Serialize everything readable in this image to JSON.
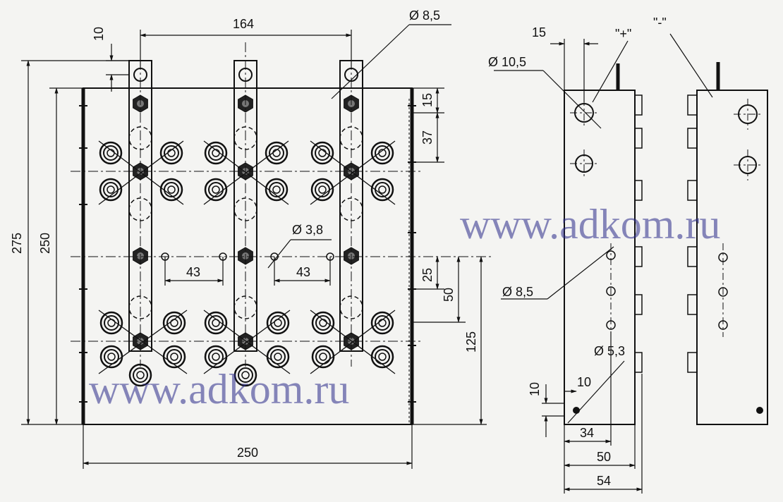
{
  "front_view": {
    "dims": {
      "d_top_width": "164",
      "d_top_offset": "10",
      "d_hole_top": "Ø 8,5",
      "d_total_height": "275",
      "d_plate_height": "250",
      "d_15": "15",
      "d_37": "37",
      "d_hole_mid": "Ø 3,8",
      "d_43_left": "43",
      "d_43_right": "43",
      "d_25": "25",
      "d_50": "50",
      "d_125": "125",
      "d_bottom_width": "250"
    }
  },
  "side_view": {
    "dims": {
      "d_15": "15",
      "d_hole_big": "Ø 10,5",
      "label_plus": "\"+\"",
      "label_minus": "\"-\"",
      "d_hole_mid": "Ø 8,5",
      "d_hole_small": "Ø 5,3",
      "d_10_v": "10",
      "d_10_h": "10",
      "d_34": "34",
      "d_50": "50",
      "d_54": "54"
    }
  },
  "watermark": {
    "text": "www.adkom.ru",
    "color": "#2a2a8a"
  }
}
